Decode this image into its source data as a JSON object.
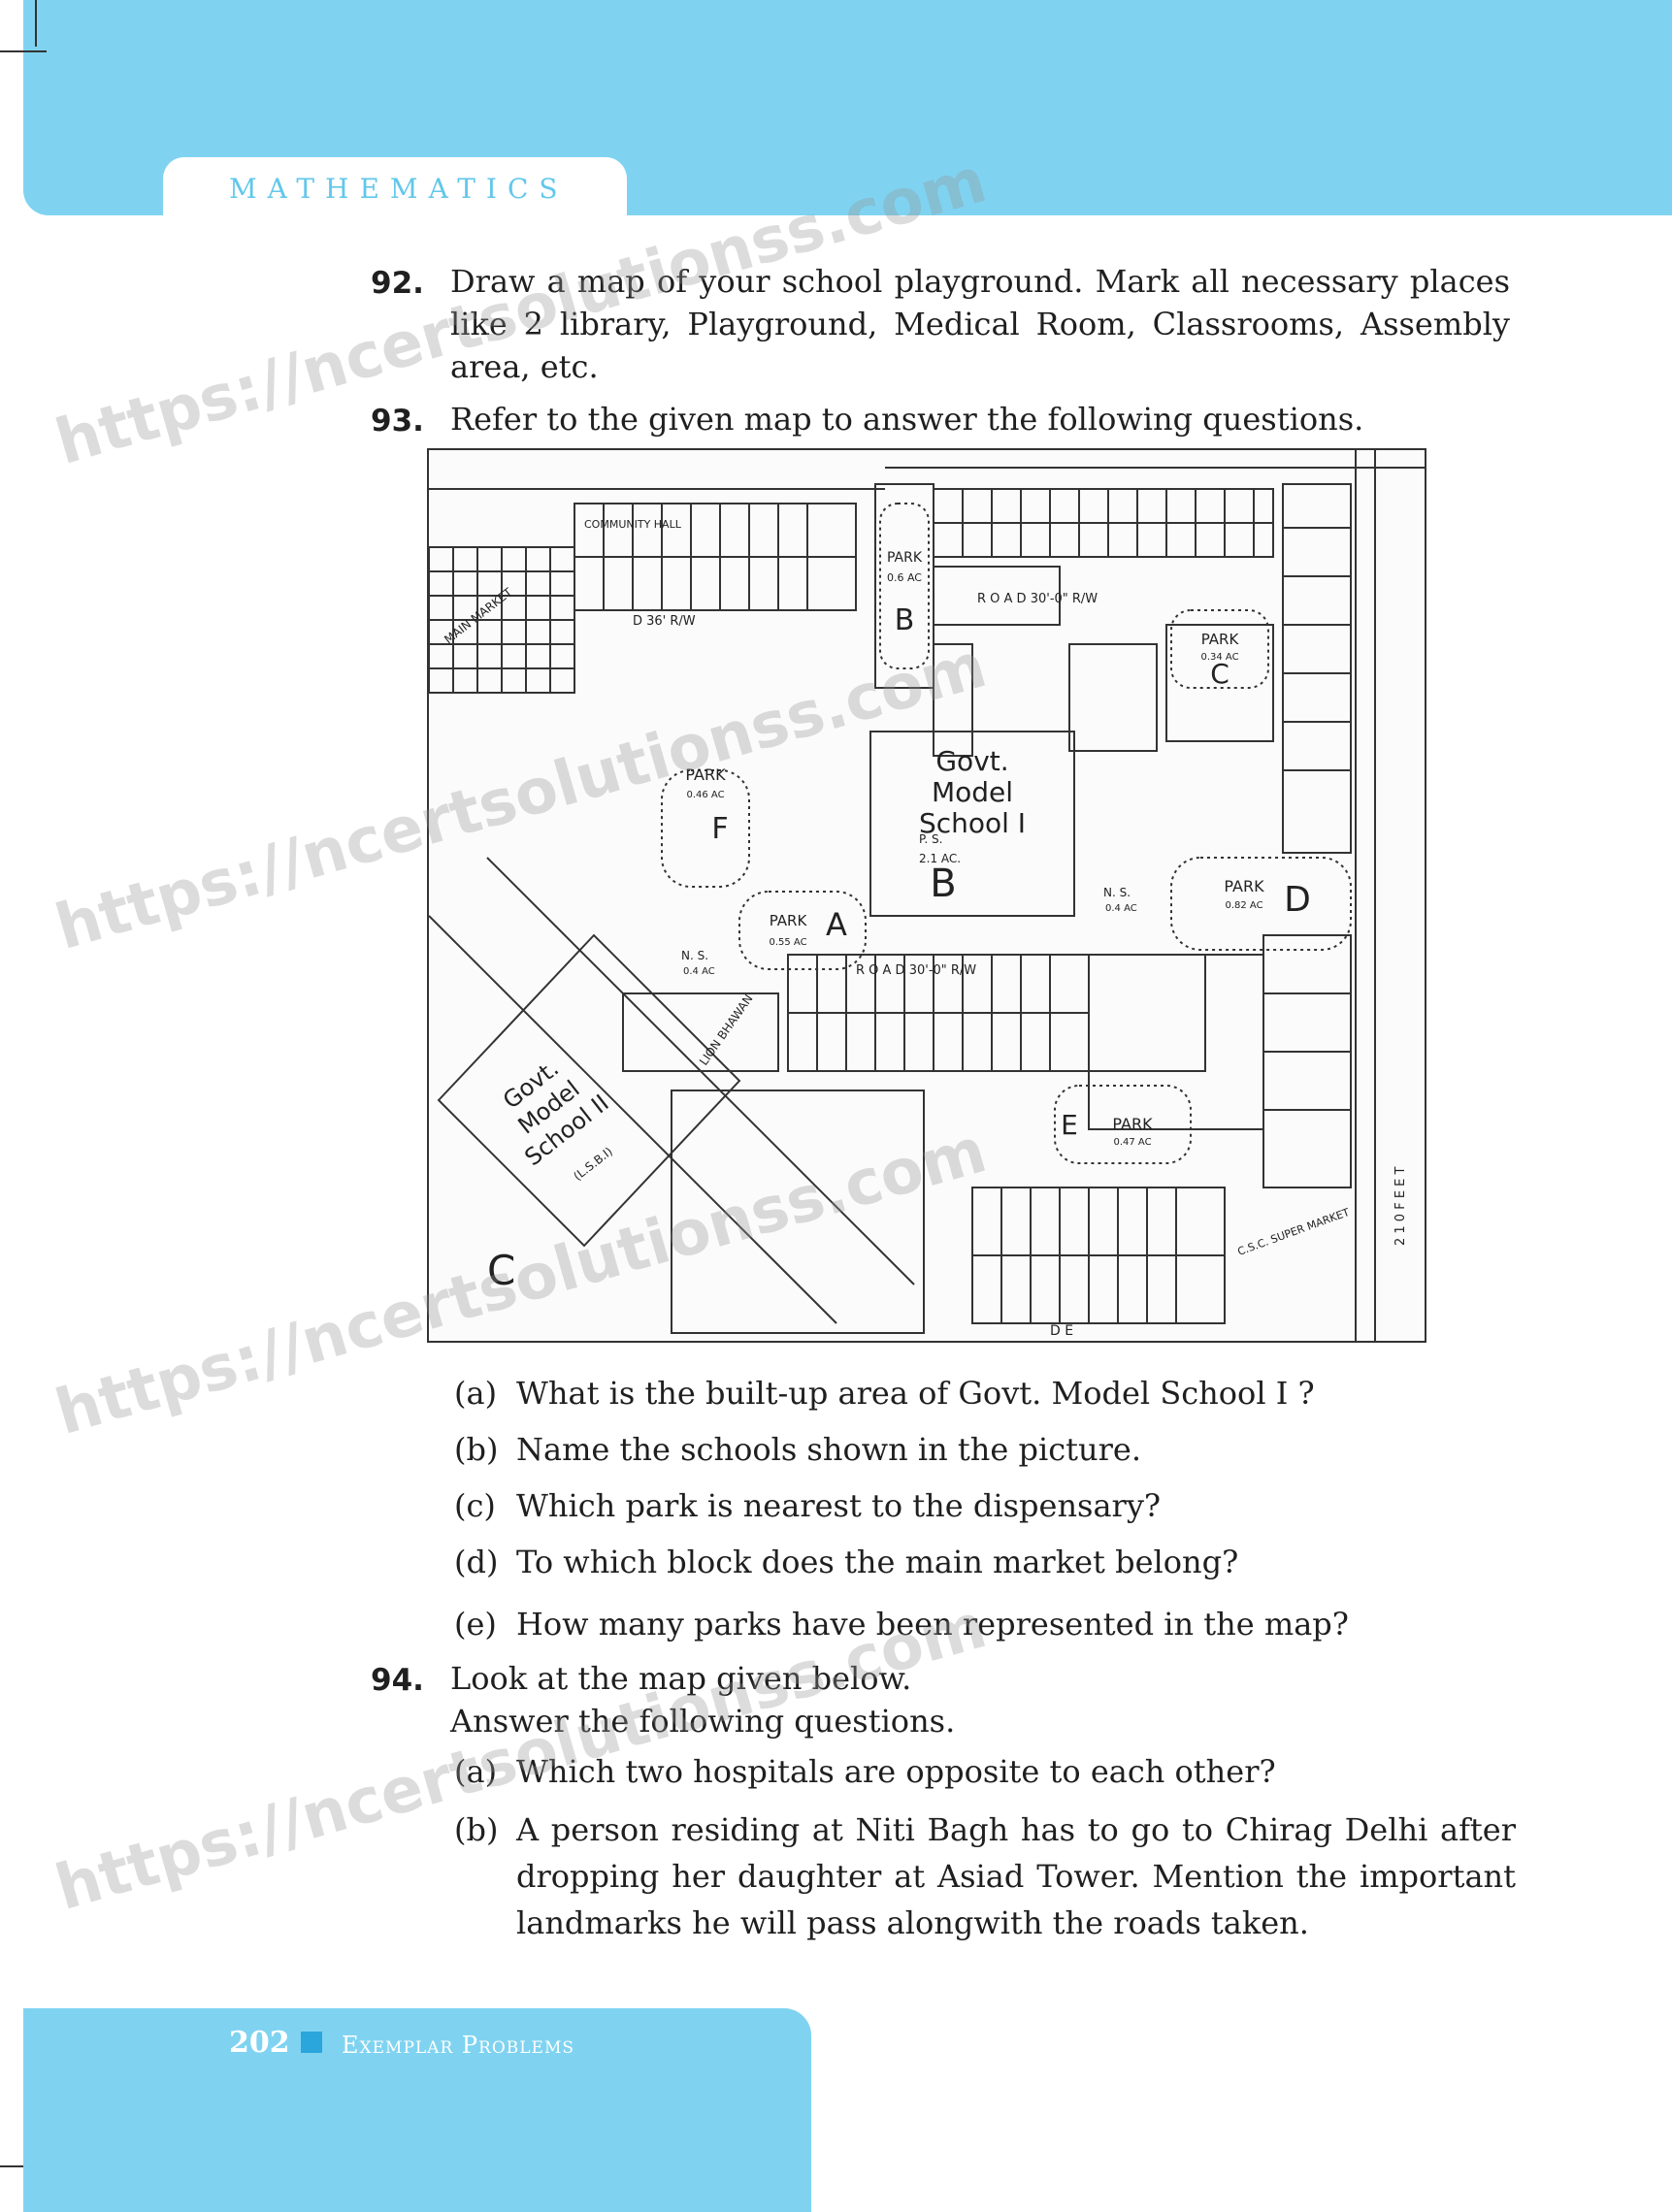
{
  "header": {
    "subject": "MATHEMATICS"
  },
  "watermark": {
    "url": "https://ncertsolutionss.com"
  },
  "questions": {
    "q92": {
      "number": "92.",
      "text": "Draw a map of your school playground. Mark all necessary places like 2 library, Playground, Medical Room, Classrooms, Assembly area, etc."
    },
    "q93": {
      "number": "93.",
      "text": "Refer to the given map to answer the following questions.",
      "subs": [
        {
          "label": "(a)",
          "text": "What is the built-up area of Govt. Model School I ?"
        },
        {
          "label": "(b)",
          "text": "Name the schools shown in the picture."
        },
        {
          "label": "(c)",
          "text": "Which park is nearest to the dispensary?"
        },
        {
          "label": "(d)",
          "text": "To which block does the main market belong?"
        },
        {
          "label": "(e)",
          "text": "How many parks have been represented in the map?"
        }
      ]
    },
    "q94": {
      "number": "94.",
      "line1": "Look at the map given below.",
      "line2": "Answer the following questions.",
      "subs": [
        {
          "label": "(a)",
          "text": "Which two hospitals are opposite to each other?"
        },
        {
          "label": "(b)",
          "text": "A person residing at Niti Bagh has to go to Chirag Delhi after dropping her daughter at Asiad Tower. Mention the important landmarks he will pass alongwith the roads taken."
        }
      ]
    }
  },
  "map": {
    "school1": {
      "line1": "Govt.",
      "line2": "Model",
      "line3": "School I",
      "block": "B",
      "ps": "P. S.",
      "area": "2.1 AC."
    },
    "school2": {
      "line1": "Govt.",
      "line2": "Model",
      "line3": "School II",
      "area": "(L.S.B.I)"
    },
    "parks": [
      {
        "name": "PARK",
        "area": "0.6 AC",
        "letter": "B"
      },
      {
        "name": "PARK",
        "area": "0.34 AC",
        "letter": "C"
      },
      {
        "name": "PARK",
        "area": "0.46 AC",
        "letter": "F"
      },
      {
        "name": "PARK",
        "area": "0.55 AC",
        "letter": "A"
      },
      {
        "name": "PARK",
        "area": "0.82 AC",
        "letter": "D"
      },
      {
        "name": "PARK",
        "area": "0.47 AC",
        "letter": "E"
      }
    ],
    "labels": {
      "community_hall": "COMMUNITY HALL",
      "main_market": "MAIN MARKET",
      "lion_bhawan": "LION BHAWAN",
      "super_market": "C.S.C. SUPER MARKET",
      "ns1": "N. S.",
      "ns1_area": "0.4 AC",
      "ns2": "N. S.",
      "ns2_area": "0.4 AC",
      "road_top": "R O A D  30'-0\" R/W",
      "road_mid": "R O A D  30'-0\" R/W",
      "road_36": "D  36'  R/W",
      "road_210": "2 1 0  F E E T",
      "letter_c": "C",
      "de": "D E"
    }
  },
  "footer": {
    "page": "202",
    "title": "Exemplar Problems"
  }
}
